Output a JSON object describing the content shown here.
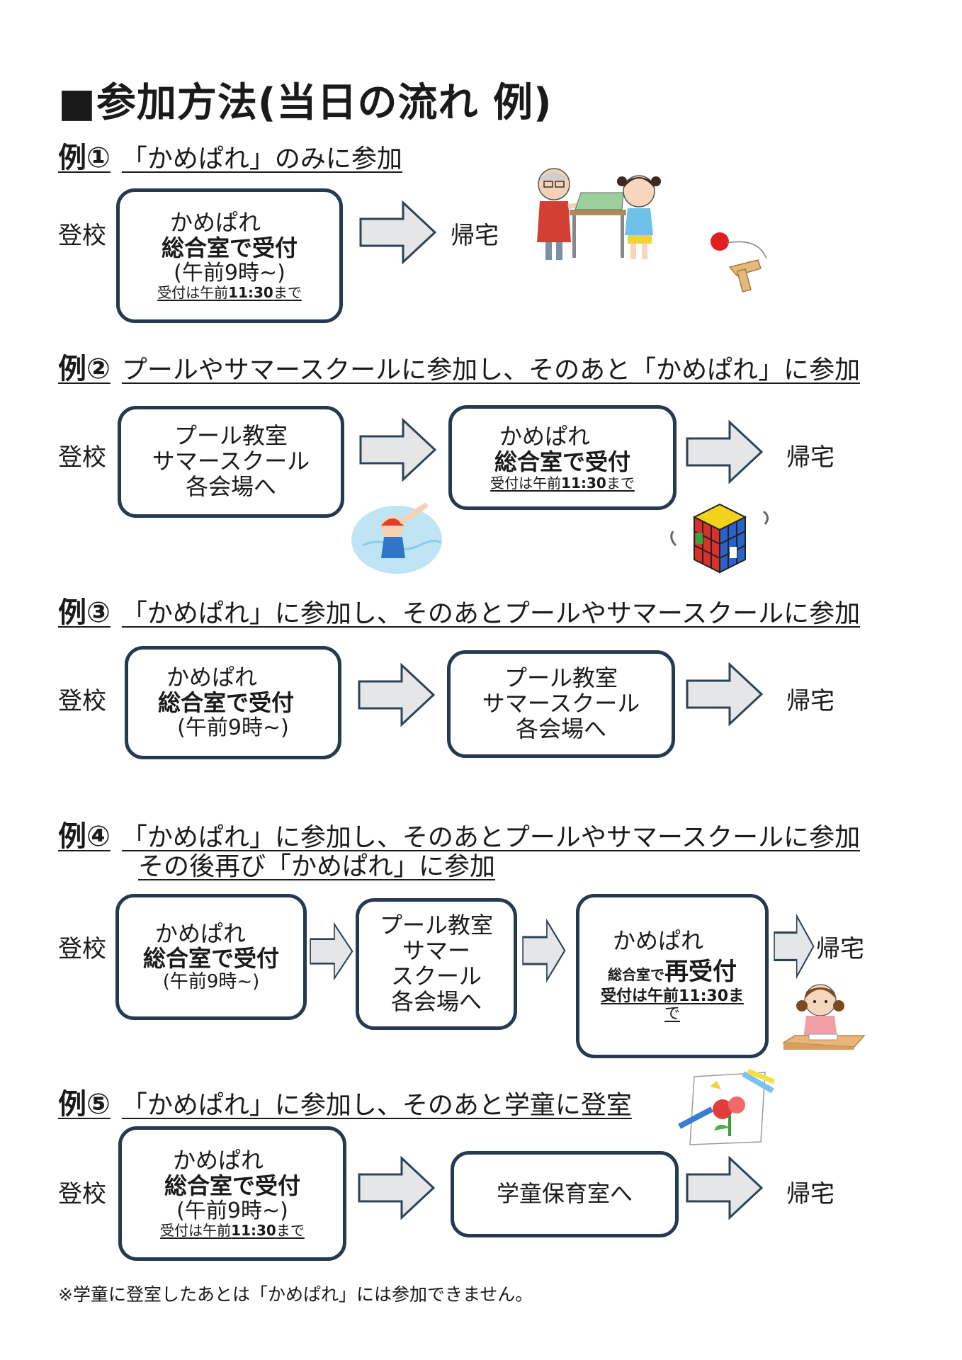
{
  "title": "■参加方法(当日の流れ 例)",
  "common": {
    "school": "登校",
    "home": "帰宅",
    "kamepare": "かめぱれ",
    "reception": "総合室で受付",
    "from9": "(午前9時~)",
    "from9_fullwidth": "(午前9時~)",
    "until_prefix": "受付は午前",
    "until_time": "11:30",
    "until_suffix": "まで",
    "pool": "プール教室",
    "summer": "サマースクール",
    "venues": "各会場へ"
  },
  "examples": [
    {
      "num": "例①",
      "heading": "「かめぱれ」のみに参加"
    },
    {
      "num": "例②",
      "heading": "プールやサマースクールに参加し、そのあと「かめぱれ」に参加"
    },
    {
      "num": "例③",
      "heading": "「かめぱれ」に参加し、そのあとプールやサマースクールに参加"
    },
    {
      "num": "例④",
      "heading": "「かめぱれ」に参加し、そのあとプールやサマースクールに参加",
      "heading2": "その後再び「かめぱれ」に参加"
    },
    {
      "num": "例⑤",
      "heading": "「かめぱれ」に参加し、そのあと学童に登室"
    }
  ],
  "ex4": {
    "summer_a": "サマー",
    "summer_b": "スクール",
    "re_small": "総合室で",
    "re_big": "再受付",
    "until_a": "受付は午前11:30ま",
    "until_b": "で"
  },
  "ex5": {
    "gakudou": "学童保育室へ"
  },
  "footnote": "※学童に登室したあとは「かめぱれ」には参加できません。",
  "colors": {
    "box_border": "#253a50",
    "arrow_fill": "#e4e6e8",
    "arrow_stroke": "#2f4356"
  }
}
